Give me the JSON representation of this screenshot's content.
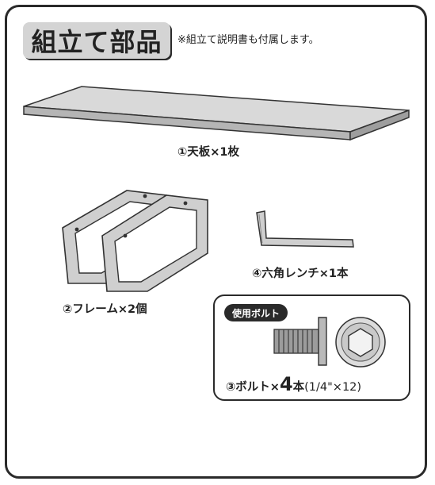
{
  "header": {
    "title": "組立て部品",
    "note": "※組立て説明書も付属します。"
  },
  "parts": {
    "panel": {
      "label": "①天板×1枚"
    },
    "frame": {
      "label": "②フレーム×2個"
    },
    "bolt": {
      "tag": "使用ボルト",
      "label_prefix": "③ボルト×",
      "label_count": "4",
      "label_unit": "本",
      "label_spec": "(1/4\"×12)"
    },
    "wrench": {
      "label": "④六角レンチ×1本"
    }
  }
}
